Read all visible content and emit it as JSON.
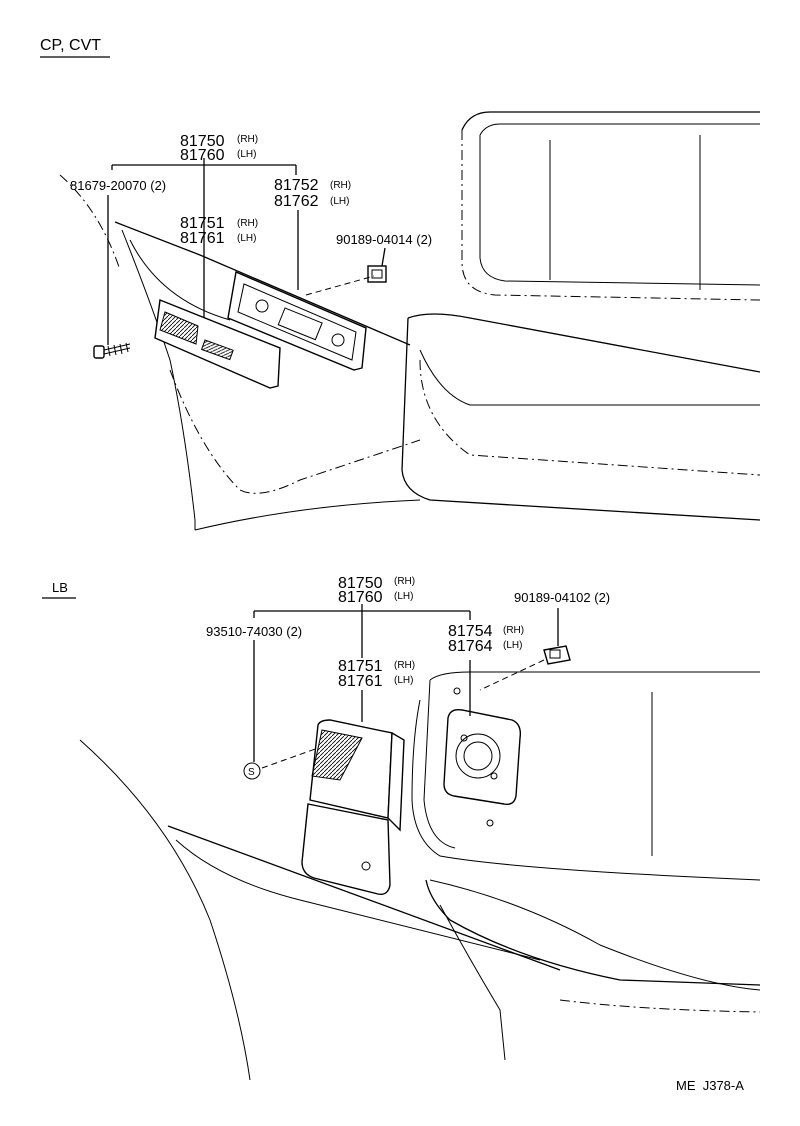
{
  "sections": {
    "top": {
      "heading": "CP, CVT"
    },
    "bottom": {
      "heading": "LB"
    }
  },
  "labels": {
    "top": {
      "p81750": "81750",
      "p81760": "81760",
      "p81751": "81751",
      "p81761": "81761",
      "p81752": "81752",
      "p81762": "81762",
      "screw": "81679-20070 (2)",
      "nut": "90189-04014 (2)",
      "rh": "(RH)",
      "lh": "(LH)"
    },
    "bottom": {
      "p81750": "81750",
      "p81760": "81760",
      "p81751": "81751",
      "p81761": "81761",
      "p81754": "81754",
      "p81764": "81764",
      "screw": "93510-74030 (2)",
      "nut": "90189-04102 (2)",
      "rh": "(RH)",
      "lh": "(LH)",
      "screw_symbol": "S"
    }
  },
  "footer": {
    "code": "ME  J378-A"
  }
}
